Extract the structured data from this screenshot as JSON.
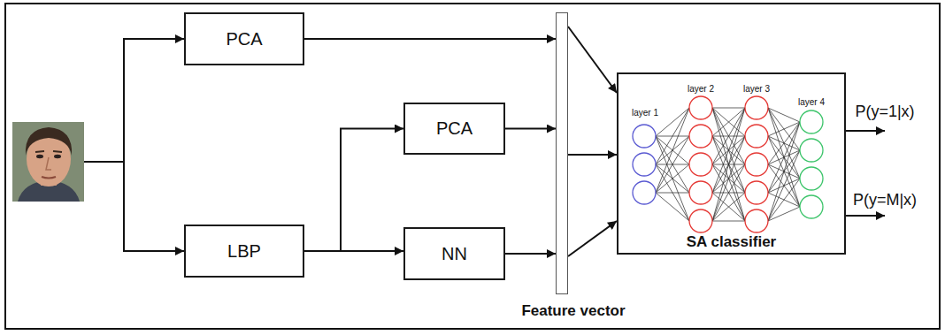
{
  "diagram": {
    "nodes": [
      {
        "text": [
          "PCA"
        ]
      },
      {
        "text": [
          "LBP"
        ]
      },
      {
        "text": [
          "PCA"
        ]
      },
      {
        "text": [
          "NN"
        ]
      },
      {
        "text": [
          "Feature vector"
        ]
      },
      {
        "text": [
          "SA classifier"
        ]
      }
    ],
    "edges": [
      {
        "from": 1,
        "to": 2,
        "arrow": "to"
      },
      {
        "from": 1,
        "to": 3,
        "arrow": "to"
      },
      {
        "from": 0,
        "to": 4,
        "arrow": "to"
      },
      {
        "from": 2,
        "to": 4,
        "arrow": "to"
      },
      {
        "from": 3,
        "to": 4,
        "arrow": "to"
      },
      {
        "from": 4,
        "to": 5,
        "arrow": "to"
      },
      {
        "from": 4,
        "to": 5,
        "arrow": "to"
      },
      {
        "from": 4,
        "to": 5,
        "arrow": "to"
      }
    ],
    "labels": [
      "layer 1",
      "layer 2",
      "layer 3",
      "layer 4",
      "P(y=1|x)",
      "P(y=M|x)"
    ]
  }
}
